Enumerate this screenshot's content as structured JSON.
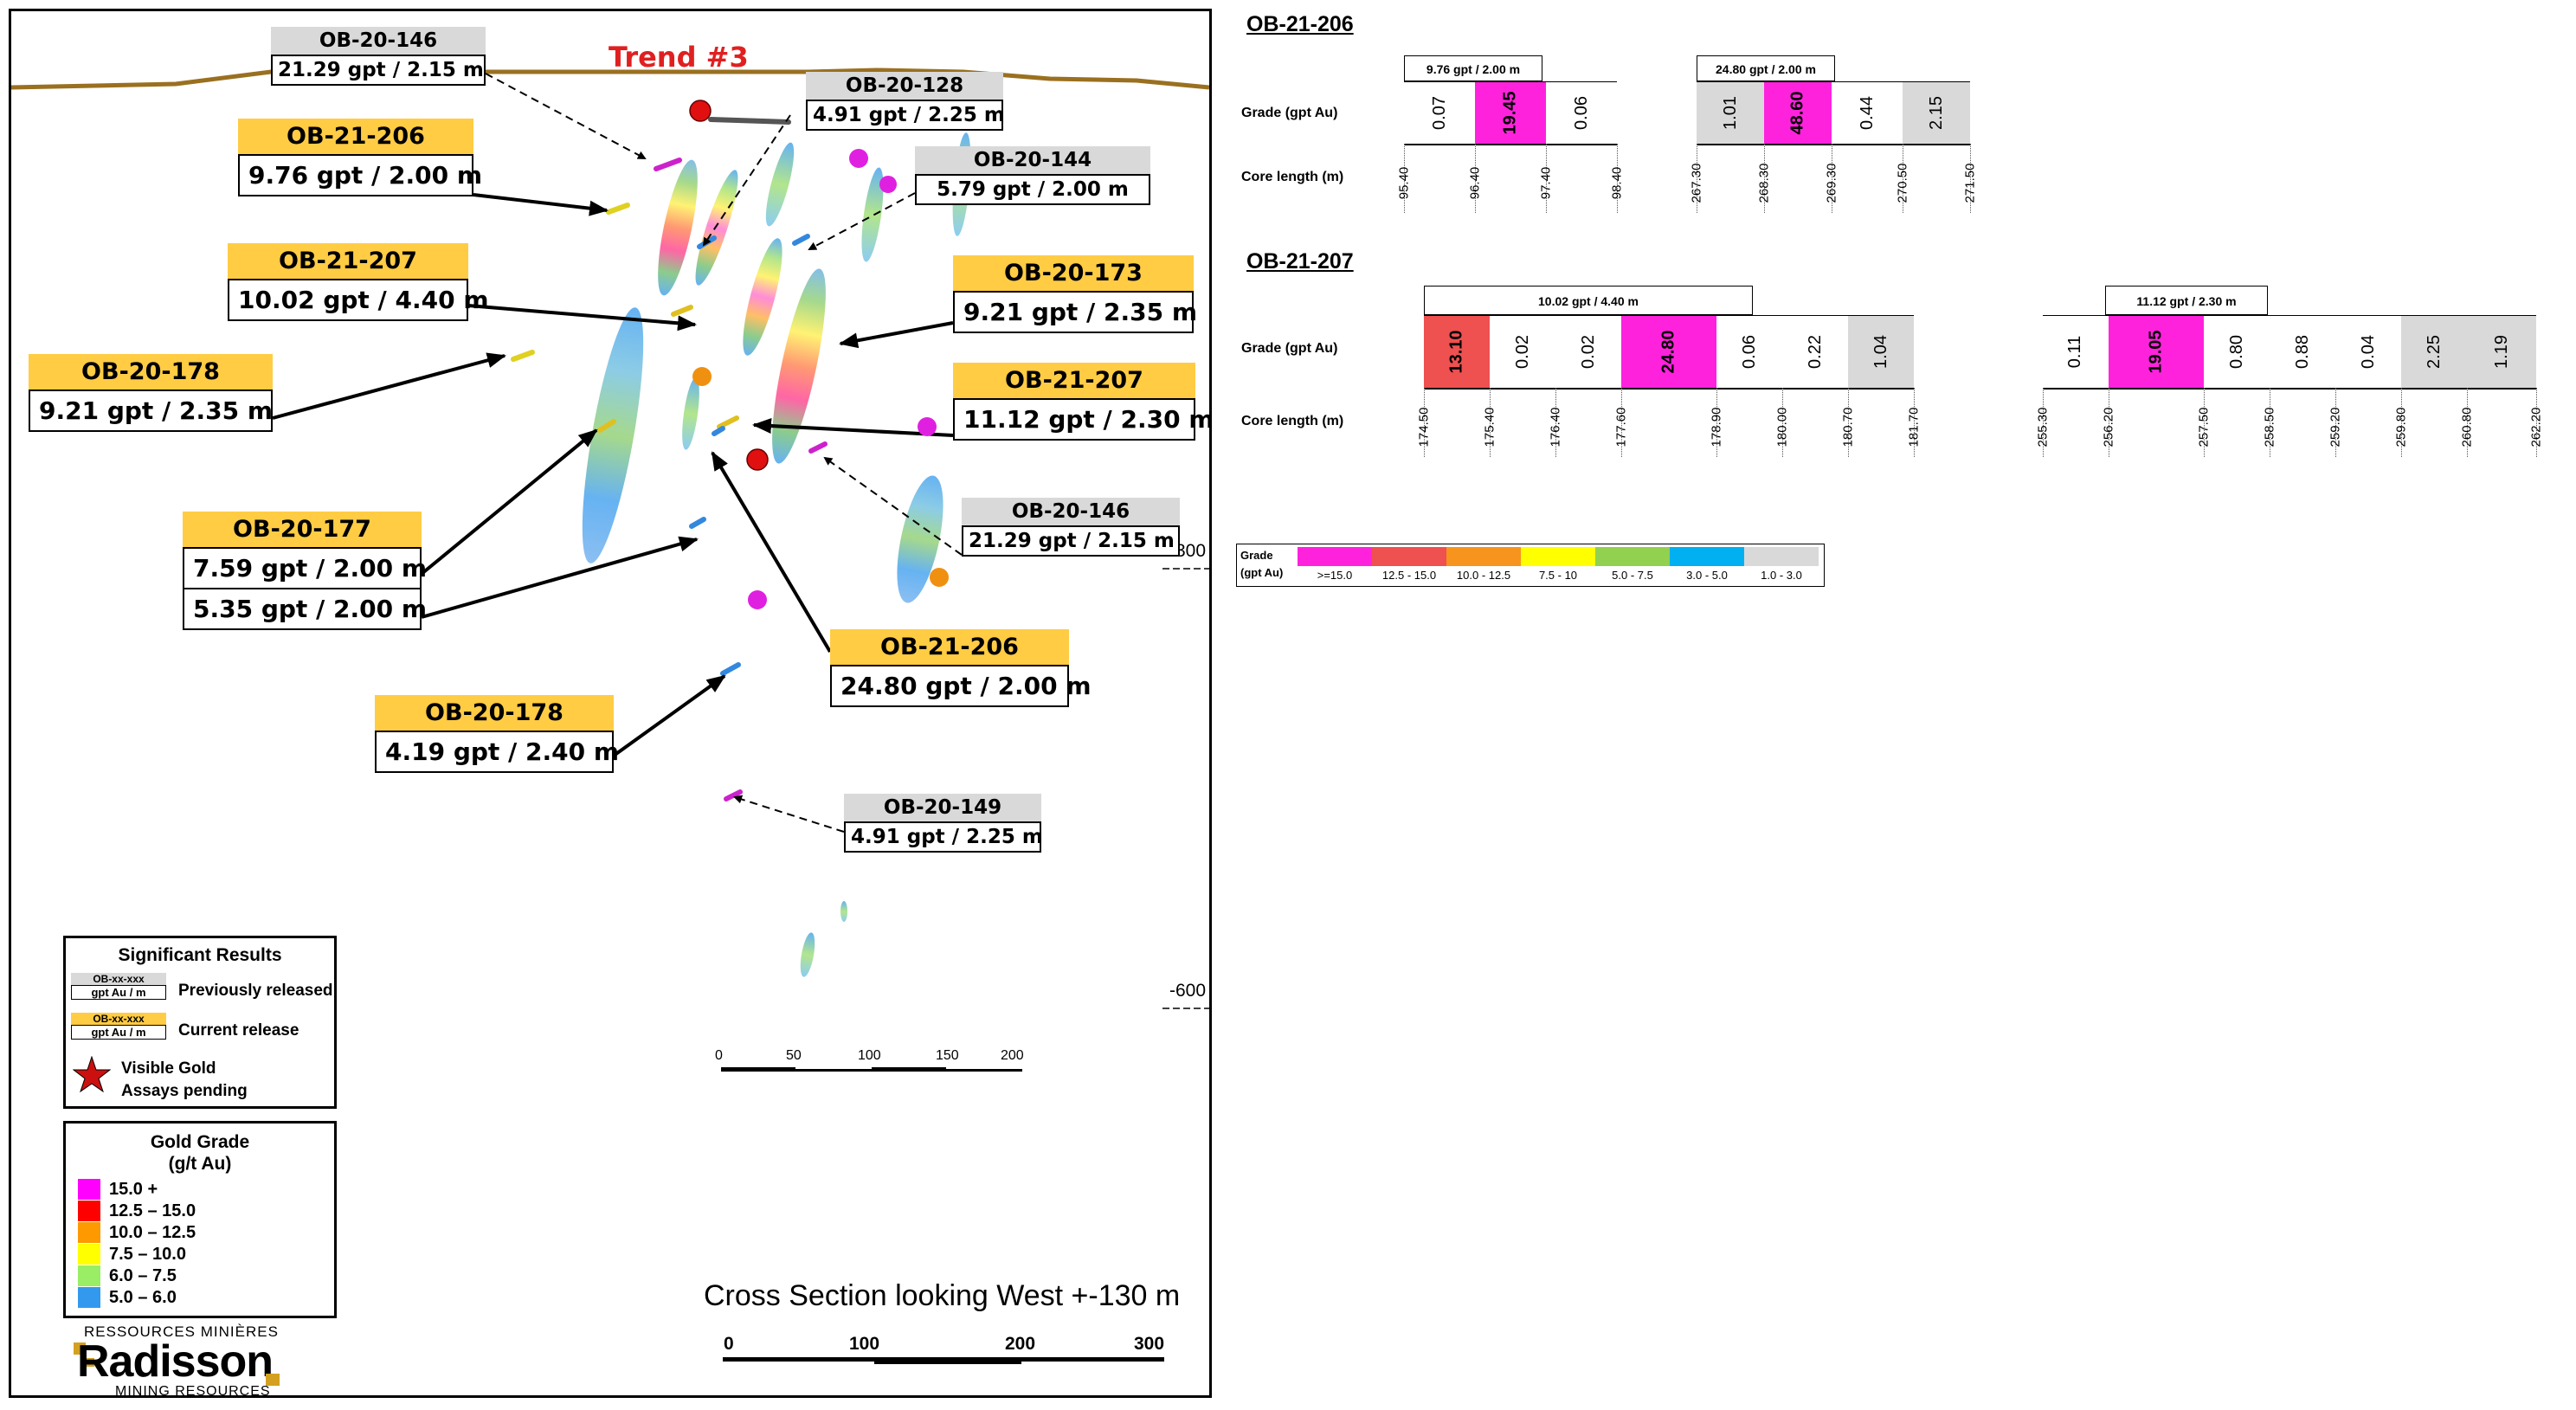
{
  "section": {
    "trend_label": "Trend #3",
    "title": "Cross Section looking West +-130 m",
    "depth_labels": [
      "-300",
      "-600"
    ],
    "scale_small": [
      "0",
      "50",
      "100",
      "150",
      "200"
    ],
    "scale_large": [
      "0",
      "100",
      "200",
      "300"
    ]
  },
  "callouts": [
    {
      "id": "c1",
      "hole": "OB-20-146",
      "values": [
        "21.29 gpt / 2.15 m"
      ],
      "status": "previous"
    },
    {
      "id": "c2",
      "hole": "OB-20-128",
      "values": [
        "4.91 gpt / 2.25 m"
      ],
      "status": "previous"
    },
    {
      "id": "c3",
      "hole": "OB-21-206",
      "values": [
        "9.76 gpt / 2.00 m"
      ],
      "status": "current"
    },
    {
      "id": "c4",
      "hole": "OB-20-144",
      "values": [
        "5.79 gpt / 2.00 m"
      ],
      "status": "previous"
    },
    {
      "id": "c5",
      "hole": "OB-21-207",
      "values": [
        "10.02 gpt / 4.40 m"
      ],
      "status": "current"
    },
    {
      "id": "c6",
      "hole": "OB-20-173",
      "values": [
        "9.21 gpt / 2.35 m"
      ],
      "status": "current"
    },
    {
      "id": "c7",
      "hole": "OB-20-178",
      "values": [
        "9.21 gpt / 2.35 m"
      ],
      "status": "current"
    },
    {
      "id": "c8",
      "hole": "OB-21-207",
      "values": [
        "11.12 gpt / 2.30 m"
      ],
      "status": "current"
    },
    {
      "id": "c9",
      "hole": "OB-20-146",
      "values": [
        "21.29 gpt / 2.15 m"
      ],
      "status": "previous"
    },
    {
      "id": "c10",
      "hole": "OB-20-177",
      "values": [
        "7.59 gpt / 2.00 m",
        "5.35 gpt / 2.00 m"
      ],
      "status": "current"
    },
    {
      "id": "c11",
      "hole": "OB-21-206",
      "values": [
        "24.80 gpt / 2.00 m"
      ],
      "status": "current"
    },
    {
      "id": "c12",
      "hole": "OB-20-178",
      "values": [
        "4.19 gpt / 2.40 m"
      ],
      "status": "current"
    },
    {
      "id": "c13",
      "hole": "OB-20-149",
      "values": [
        "4.91 gpt / 2.25 m"
      ],
      "status": "previous"
    }
  ],
  "legend_results": {
    "title": "Significant Results",
    "sample_hole": "OB-xx-xxx",
    "sample_value": "gpt Au / m",
    "previous_label": "Previously released",
    "current_label": "Current release",
    "vg_label": "Visible Gold",
    "pending_label": "Assays pending"
  },
  "legend_grade": {
    "title": "Gold Grade",
    "unit": "(g/t Au)",
    "items": [
      {
        "label": "15.0 +",
        "color": "#ff00ff"
      },
      {
        "label": "12.5 – 15.0",
        "color": "#ff0000"
      },
      {
        "label": "10.0 – 12.5",
        "color": "#ff9900"
      },
      {
        "label": "7.5 – 10.0",
        "color": "#ffff00"
      },
      {
        "label": "6.0 – 7.5",
        "color": "#99ee66"
      },
      {
        "label": "5.0 – 6.0",
        "color": "#3399ee"
      }
    ]
  },
  "logo": {
    "top": "RESSOURCES MINIÈRES",
    "main": "Radisson",
    "bottom": "MINING RESOURCES"
  },
  "logs": {
    "row_grade_label": "Grade (gpt Au)",
    "row_core_label": "Core length (m)",
    "holes": [
      {
        "name": "OB-21-206",
        "segments": [
          {
            "header": "9.76 gpt / 2.00 m",
            "cells": [
              {
                "v": "0.07",
                "c": "#ffffff"
              },
              {
                "v": "19.45",
                "c": "#ff22dd"
              },
              {
                "v": "0.06",
                "c": "#ffffff"
              }
            ],
            "depths": [
              "95.40",
              "96.40",
              "97.40",
              "98.40"
            ]
          },
          {
            "header": "24.80 gpt / 2.00 m",
            "cells": [
              {
                "v": "1.01",
                "c": "#d9d9d9"
              },
              {
                "v": "48.60",
                "c": "#ff22dd"
              },
              {
                "v": "0.44",
                "c": "#ffffff"
              },
              {
                "v": "2.15",
                "c": "#d9d9d9"
              }
            ],
            "depths": [
              "267.30",
              "268.30",
              "269.30",
              "270.50",
              "271.50"
            ]
          }
        ]
      },
      {
        "name": "OB-21-207",
        "segments": [
          {
            "header": "10.02 gpt / 4.40 m",
            "cells": [
              {
                "v": "13.10",
                "c": "#ef5050"
              },
              {
                "v": "0.02",
                "c": "#ffffff"
              },
              {
                "v": "0.02",
                "c": "#ffffff"
              },
              {
                "v": "24.80",
                "c": "#ff22dd"
              },
              {
                "v": "0.06",
                "c": "#ffffff"
              },
              {
                "v": "0.22",
                "c": "#ffffff"
              },
              {
                "v": "1.04",
                "c": "#d9d9d9"
              }
            ],
            "depths": [
              "174.50",
              "175.40",
              "176.40",
              "177.60",
              "178.90",
              "180.00",
              "180.70",
              "181.70"
            ]
          },
          {
            "header": "11.12 gpt / 2.30 m",
            "cells": [
              {
                "v": "0.11",
                "c": "#ffffff"
              },
              {
                "v": "19.05",
                "c": "#ff22dd"
              },
              {
                "v": "0.80",
                "c": "#ffffff"
              },
              {
                "v": "0.88",
                "c": "#ffffff"
              },
              {
                "v": "0.04",
                "c": "#ffffff"
              },
              {
                "v": "2.25",
                "c": "#d9d9d9"
              },
              {
                "v": "1.19",
                "c": "#d9d9d9"
              }
            ],
            "depths": [
              "255.30",
              "256.20",
              "257.50",
              "258.50",
              "259.20",
              "259.80",
              "260.80",
              "262.20"
            ]
          }
        ]
      }
    ]
  },
  "grade_scale": {
    "label": "Grade\n(gpt Au)",
    "label_line1": "Grade",
    "label_line2": "(gpt Au)",
    "items": [
      {
        "label": ">=15.0",
        "color": "#ff22dd"
      },
      {
        "label": "12.5 - 15.0",
        "color": "#ef5050"
      },
      {
        "label": "10.0 - 12.5",
        "color": "#f7941d"
      },
      {
        "label": "7.5 - 10",
        "color": "#ffff00"
      },
      {
        "label": "5.0 - 7.5",
        "color": "#92d050"
      },
      {
        "label": "3.0 - 5.0",
        "color": "#00b0f0"
      },
      {
        "label": "1.0 - 3.0",
        "color": "#d9d9d9"
      }
    ]
  }
}
